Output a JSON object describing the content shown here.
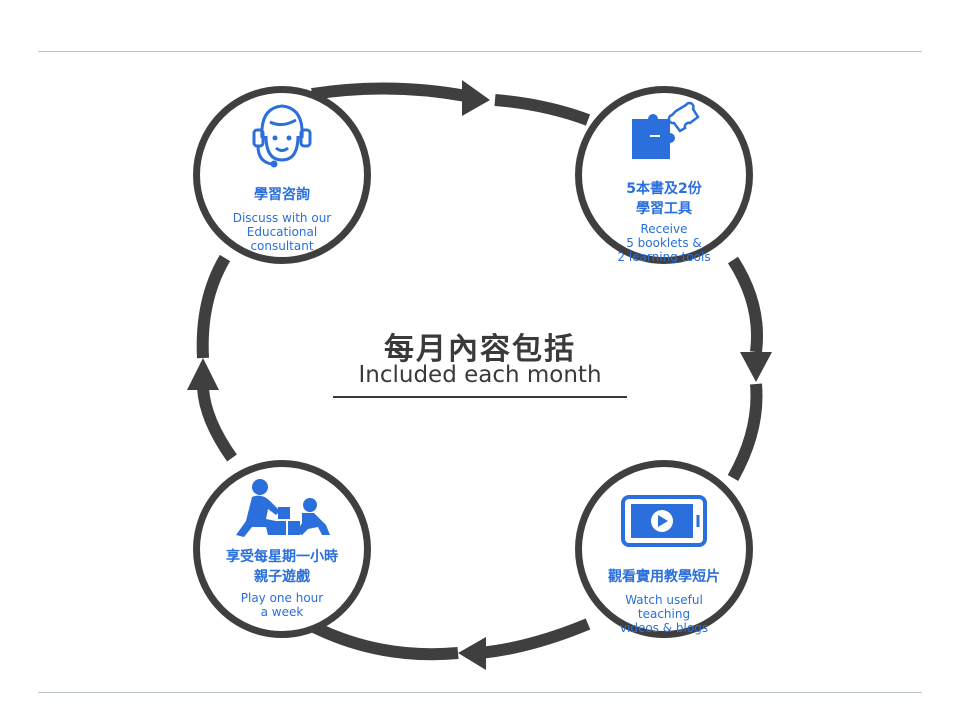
{
  "colors": {
    "accent": "#2a6fdb",
    "ring": "#3f3f3f",
    "text_dark": "#3a3a3a",
    "rule": "#b7c3cc"
  },
  "center": {
    "title_zh": "每月內容包括",
    "title_en": "Included each month"
  },
  "steps": [
    {
      "icon": "headset-consultant-icon",
      "title_zh": "學習咨詢",
      "text_en": "Discuss with our\nEducational\nconsultant"
    },
    {
      "icon": "puzzle-icon",
      "title_zh": "5本書及2份\n學習工具",
      "text_en": "Receive\n5 booklets &\n2 learning tools"
    },
    {
      "icon": "video-tablet-icon",
      "title_zh": "觀看實用教學短片",
      "text_en": "Watch useful\nteaching\nvideos & blogs"
    },
    {
      "icon": "parent-child-blocks-icon",
      "title_zh": "享受每星期一小時\n親子遊戲",
      "text_en": "Play one hour\na week"
    }
  ]
}
